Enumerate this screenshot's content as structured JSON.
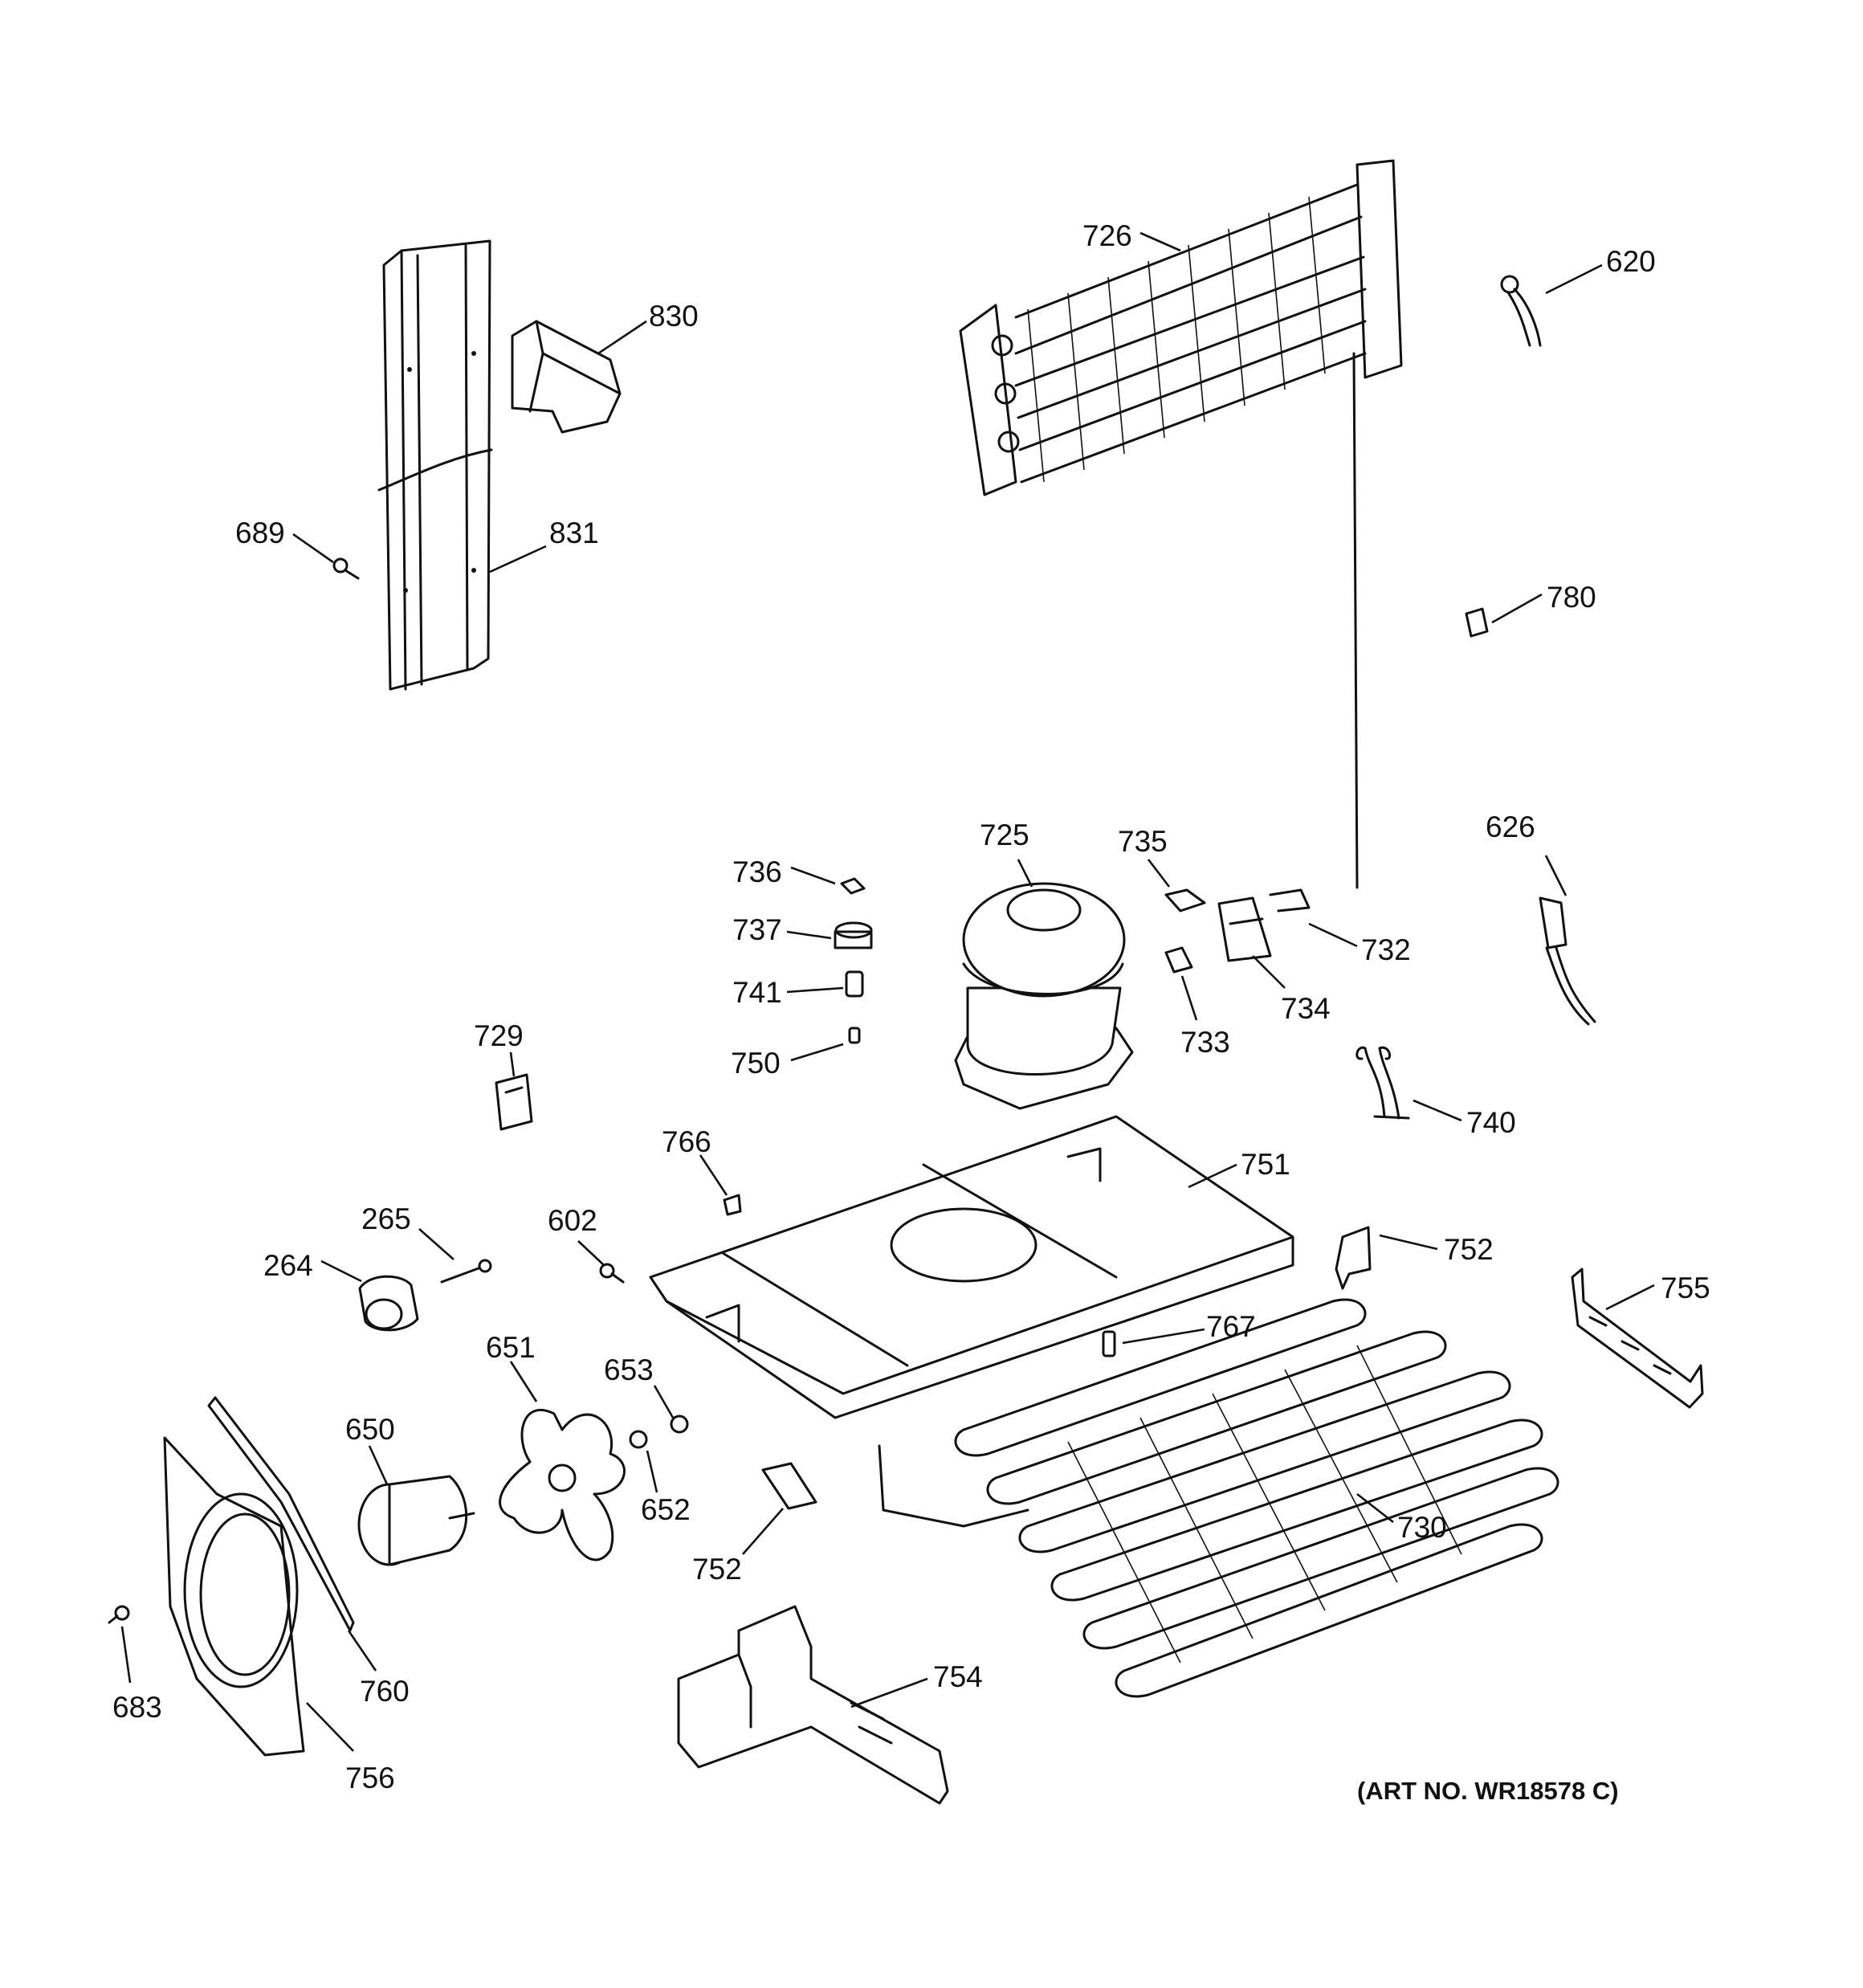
{
  "art_number": "(ART NO. WR18578 C)",
  "callouts": {
    "p726": "726",
    "p620": "620",
    "p830": "830",
    "p831": "831",
    "p689": "689",
    "p780": "780",
    "p725": "725",
    "p735": "735",
    "p736": "736",
    "p737": "737",
    "p741": "741",
    "p750": "750",
    "p732": "732",
    "p734": "734",
    "p733": "733",
    "p626": "626",
    "p729": "729",
    "p740": "740",
    "p766": "766",
    "p751": "751",
    "p265": "265",
    "p602": "602",
    "p264": "264",
    "p752a": "752",
    "p755": "755",
    "p651": "651",
    "p767": "767",
    "p653": "653",
    "p650": "650",
    "p652": "652",
    "p730": "730",
    "p752b": "752",
    "p754": "754",
    "p683": "683",
    "p760": "760",
    "p756": "756"
  }
}
